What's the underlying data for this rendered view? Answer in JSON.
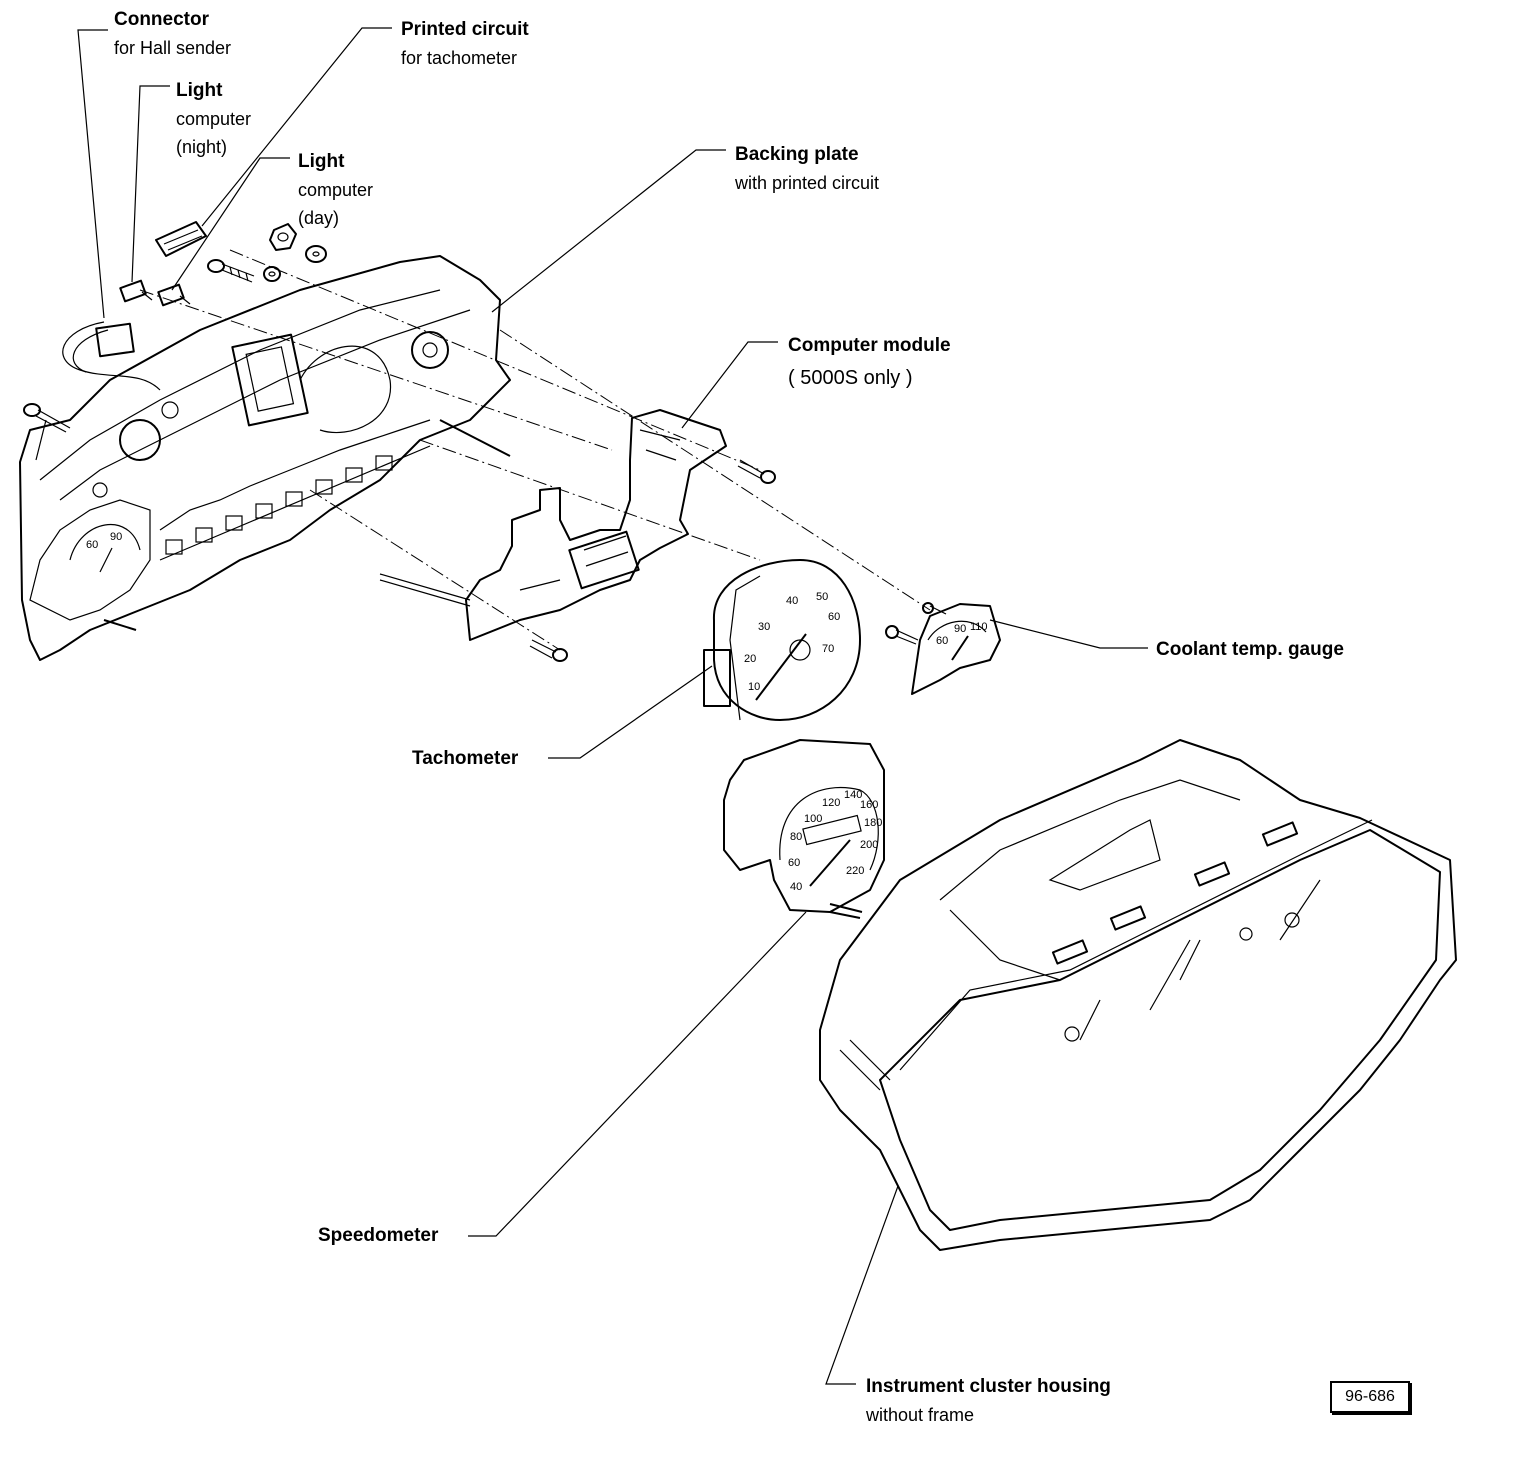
{
  "labels": {
    "connector": {
      "title": "Connector",
      "sub": "for Hall sender"
    },
    "printed_circuit": {
      "title": "Printed circuit",
      "sub": "for tachometer"
    },
    "light_night": {
      "title": "Light",
      "sub1": "computer",
      "sub2": "(night)"
    },
    "light_day": {
      "title": "Light",
      "sub1": "computer",
      "sub2": "(day)"
    },
    "backing_plate": {
      "title": "Backing plate",
      "sub": "with printed circuit"
    },
    "computer_module": {
      "title": "Computer module",
      "sub": "( 5000S only )"
    },
    "coolant": {
      "title": "Coolant temp. gauge"
    },
    "tachometer": {
      "title": "Tachometer"
    },
    "speedometer": {
      "title": "Speedometer"
    },
    "housing": {
      "title": "Instrument cluster housing",
      "sub": "without frame"
    }
  },
  "reference": "96-686",
  "dials": {
    "tachometer_ticks": [
      "10",
      "20",
      "30",
      "40",
      "50",
      "60",
      "70"
    ],
    "speedometer_ticks": [
      "40",
      "60",
      "80",
      "100",
      "120",
      "140",
      "160",
      "180",
      "200",
      "220"
    ],
    "coolant_ticks": [
      "60",
      "90",
      "110"
    ]
  }
}
